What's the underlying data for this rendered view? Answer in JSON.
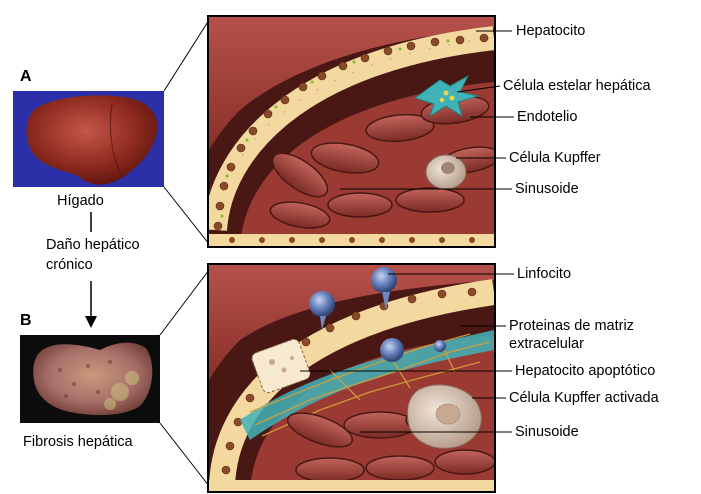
{
  "panel_a": {
    "letter": "A",
    "caption": "Hígado",
    "labels": [
      "Hepatocito",
      "Célula estelar hepática",
      "Endotelio",
      "Célula Kupffer",
      "Sinusoide"
    ]
  },
  "transition": {
    "line1": "Daño hepático",
    "line2": "crónico"
  },
  "panel_b": {
    "letter": "B",
    "caption": "Fibrosis hepática",
    "labels": [
      "Linfocito",
      "Proteinas de matriz",
      "extracelular",
      "Hepatocito apoptótico",
      "Célula Kupffer activada",
      "Sinusoide"
    ]
  },
  "colors": {
    "liver_healthy": "#8e2a1e",
    "liver_fibrotic": "#a8706a",
    "hepatocyte": "#f3d9a0",
    "sinusoid": "#8c3a34",
    "stellate": "#3fb3b8",
    "lymphocyte": "#5d79b5",
    "frame": "#000000"
  }
}
